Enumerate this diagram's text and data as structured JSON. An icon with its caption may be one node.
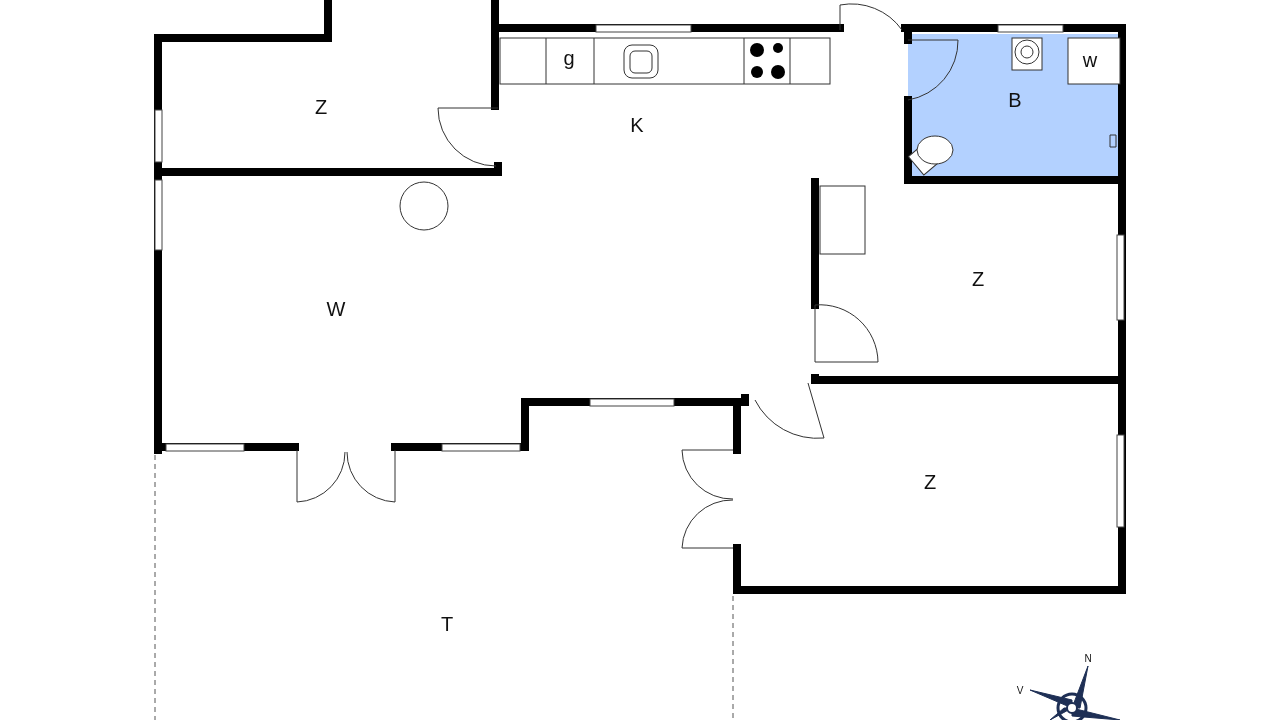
{
  "diagram": {
    "labels": [
      "g",
      "w",
      "B",
      "Z",
      "K",
      "Z",
      "W",
      "Z",
      "T",
      "N",
      "V"
    ]
  }
}
